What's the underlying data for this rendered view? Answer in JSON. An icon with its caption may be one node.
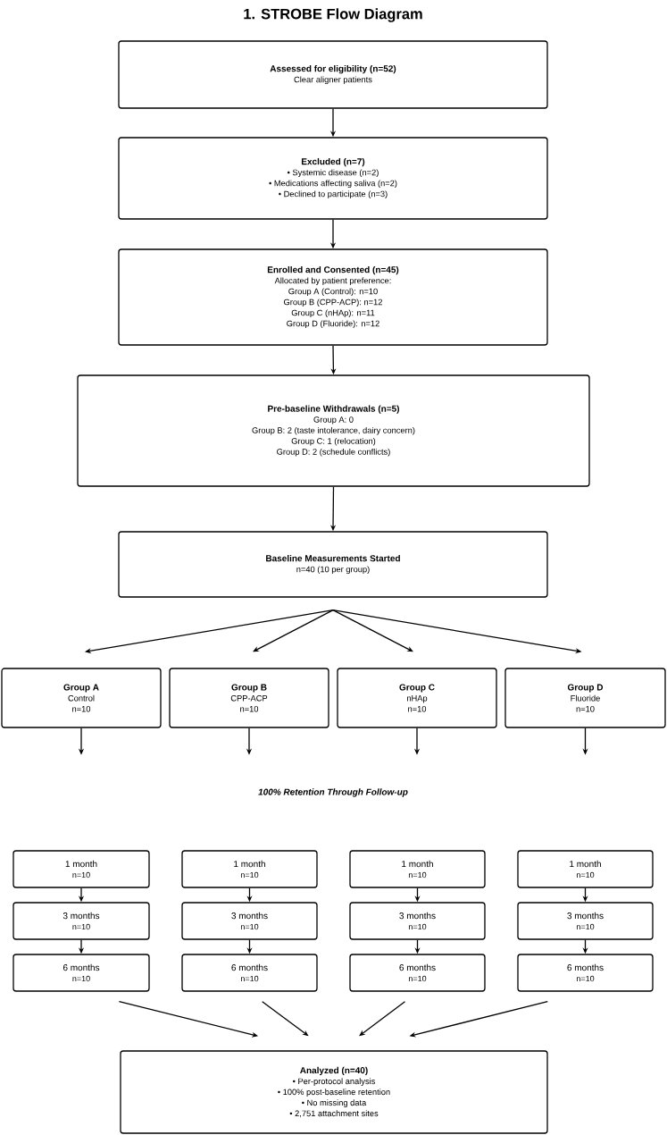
{
  "diagram": {
    "title": "1. STROBE Flow Diagram",
    "nodes": [
      {
        "text": [
          "Assessed for eligibility (n=52)",
          "Clear aligner patients"
        ]
      },
      {
        "text": [
          "Excluded (n=7)",
          "• Systemic disease (n=2)",
          "• Medications affecting saliva (n=2)",
          "• Declined to participate (n=3)"
        ]
      },
      {
        "text": [
          "Enrolled and Consented (n=45)",
          "Allocated by patient preference:",
          "Group A (Control): n=10",
          "Group B (CPP-ACP): n=12",
          "Group C (nHAp): n=11",
          "Group D (Fluoride): n=12"
        ]
      },
      {
        "text": [
          "Pre-baseline Withdrawals (n=5)",
          "Group A: 0",
          "Group B: 2 (taste intolerance, dairy concern)",
          "Group C: 1 (relocation)",
          "Group D: 2 (schedule conflicts)"
        ]
      },
      {
        "text": [
          "Baseline Measurements Started",
          "n=40 (10 per group)"
        ]
      },
      {
        "text": [
          "Group A",
          "Control",
          "n=10"
        ]
      },
      {
        "text": [
          "Group B",
          "CPP-ACP",
          "n=10"
        ]
      },
      {
        "text": [
          "Group C",
          "nHAp",
          "n=10"
        ]
      },
      {
        "text": [
          "Group D",
          "Fluoride",
          "n=10"
        ]
      },
      {
        "text": [
          "1 month",
          "n=10"
        ]
      },
      {
        "text": [
          "1 month",
          "n=10"
        ]
      },
      {
        "text": [
          "1 month",
          "n=10"
        ]
      },
      {
        "text": [
          "1 month",
          "n=10"
        ]
      },
      {
        "text": [
          "3 months",
          "n=10"
        ]
      },
      {
        "text": [
          "3 months",
          "n=10"
        ]
      },
      {
        "text": [
          "3 months",
          "n=10"
        ]
      },
      {
        "text": [
          "3 months",
          "n=10"
        ]
      },
      {
        "text": [
          "6 months",
          "n=10"
        ]
      },
      {
        "text": [
          "6 months",
          "n=10"
        ]
      },
      {
        "text": [
          "6 months",
          "n=10"
        ]
      },
      {
        "text": [
          "6 months",
          "n=10"
        ]
      },
      {
        "text": [
          "Analyzed (n=40)",
          "• Per-protocol analysis",
          "• 100% post-baseline retention",
          "• No missing data",
          "• 2,751 attachment sites"
        ]
      }
    ],
    "edges": [
      {
        "from": 0,
        "to": 1,
        "arrow": "to"
      },
      {
        "from": 1,
        "to": 2,
        "arrow": "to"
      },
      {
        "from": 2,
        "to": 3,
        "arrow": "to"
      },
      {
        "from": 3,
        "to": 4,
        "arrow": "to"
      },
      {
        "from": 4,
        "to": 5,
        "arrow": "to"
      },
      {
        "from": 4,
        "to": 6,
        "arrow": "to"
      },
      {
        "from": 4,
        "to": 7,
        "arrow": "to"
      },
      {
        "from": 4,
        "to": 8,
        "arrow": "to"
      },
      {
        "from": 5,
        "to": null,
        "arrow": "to"
      },
      {
        "from": 6,
        "to": null,
        "arrow": "to"
      },
      {
        "from": 7,
        "to": null,
        "arrow": "to"
      },
      {
        "from": 8,
        "to": null,
        "arrow": "to"
      },
      {
        "from": 9,
        "to": 13,
        "arrow": "to"
      },
      {
        "from": 10,
        "to": 14,
        "arrow": "to"
      },
      {
        "from": 11,
        "to": 15,
        "arrow": "to"
      },
      {
        "from": 12,
        "to": 16,
        "arrow": "to"
      },
      {
        "from": 13,
        "to": 17,
        "arrow": "to"
      },
      {
        "from": 14,
        "to": 18,
        "arrow": "to"
      },
      {
        "from": 15,
        "to": 19,
        "arrow": "to"
      },
      {
        "from": 16,
        "to": 20,
        "arrow": "to"
      },
      {
        "from": 17,
        "to": 21,
        "arrow": "to"
      },
      {
        "from": 18,
        "to": 21,
        "arrow": "to"
      },
      {
        "from": 19,
        "to": 21,
        "arrow": "to"
      },
      {
        "from": 20,
        "to": 21,
        "arrow": "to"
      }
    ],
    "labels": [
      "100% Retention Through Follow-up"
    ]
  }
}
